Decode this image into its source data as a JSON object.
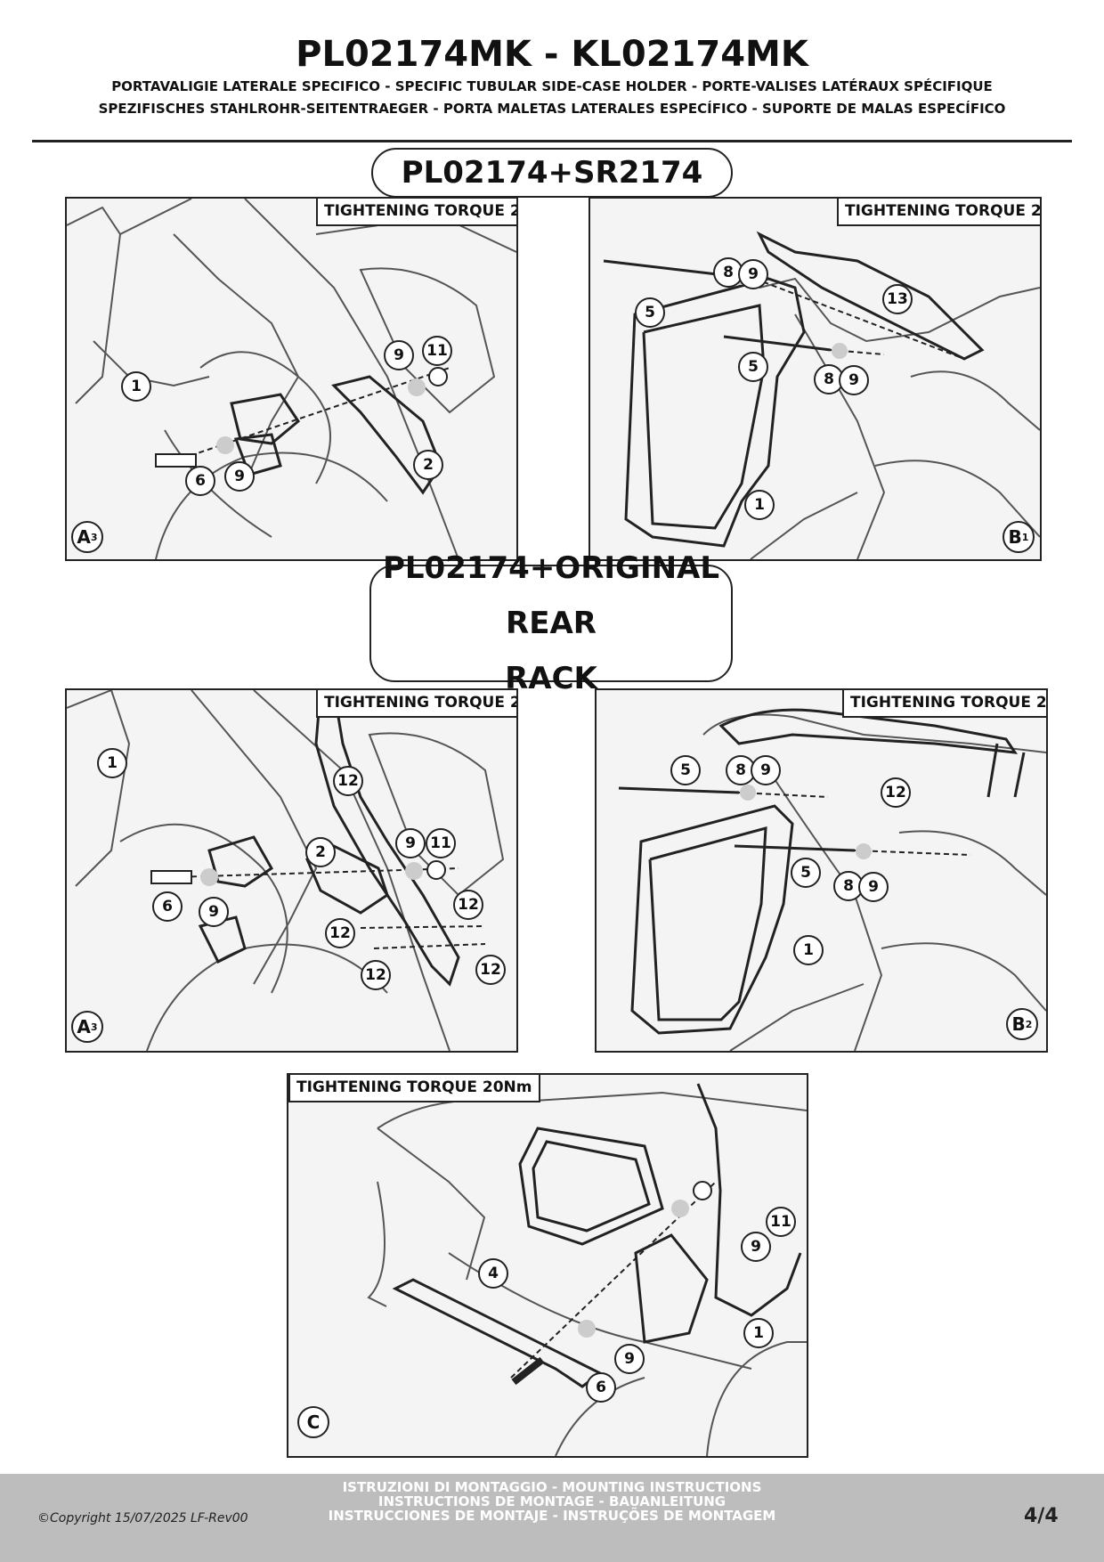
{
  "header": {
    "title": "PL02174MK - KL02174MK",
    "line1": "PORTAVALIGIE LATERALE SPECIFICO  -  SPECIFIC TUBULAR SIDE-CASE HOLDER  - PORTE-VALISES LATÉRAUX SPÉCIFIQUE",
    "line2": "SPEZIFISCHES STAHLROHR-SEITENTRAEGER - PORTA MALETAS LATERALES ESPECÍFICO - SUPORTE DE MALAS ESPECÍFICO"
  },
  "sections": {
    "first": "PL02174+SR2174",
    "second_line1": "PL02174+ORIGINAL REAR",
    "second_line2": "RACK"
  },
  "panels": {
    "torque_label": "TIGHTENING TORQUE 20Nm",
    "p1": {
      "corner_letter": "A",
      "corner_index": "3",
      "callouts": [
        "1",
        "6",
        "9",
        "2",
        "9",
        "11"
      ]
    },
    "p2": {
      "corner_letter": "B",
      "corner_index": "1",
      "callouts": [
        "8",
        "9",
        "13",
        "5",
        "5",
        "8",
        "9",
        "1"
      ]
    },
    "p3": {
      "corner_letter": "A",
      "corner_index": "3",
      "callouts": [
        "1",
        "12",
        "2",
        "9",
        "11",
        "6",
        "9",
        "12",
        "12",
        "12",
        "12"
      ]
    },
    "p4": {
      "corner_letter": "B",
      "corner_index": "2",
      "callouts": [
        "5",
        "8",
        "9",
        "12",
        "5",
        "8",
        "9",
        "1"
      ]
    },
    "p5": {
      "corner_letter": "C",
      "callouts": [
        "11",
        "9",
        "4",
        "1",
        "9",
        "6"
      ]
    }
  },
  "footer": {
    "line1": "ISTRUZIONI DI MONTAGGIO  -  MOUNTING INSTRUCTIONS",
    "line2": "INSTRUCTIONS DE MONTAGE - BAUANLEITUNG",
    "line3": "INSTRUCCIONES DE MONTAJE - INSTRUÇÕES DE MONTAGEM",
    "copyright": "©Copyright 15/07/2025 LF-Rev00",
    "page": "4/4"
  }
}
